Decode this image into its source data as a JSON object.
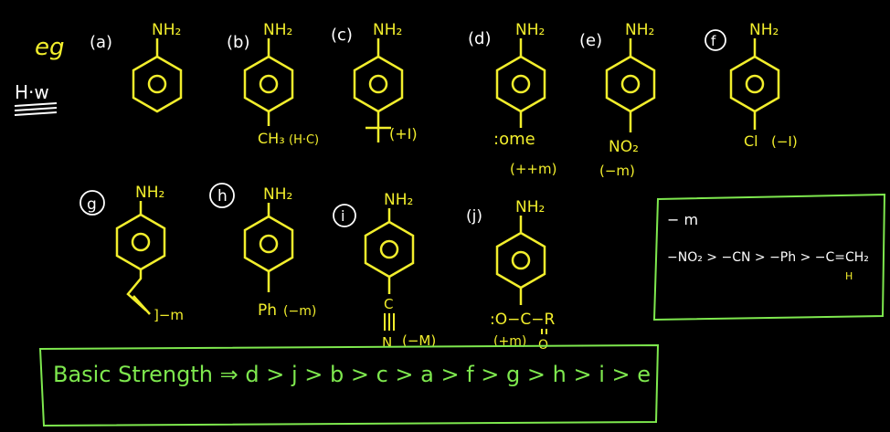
{
  "colors": {
    "background": "#000000",
    "ink_yellow": "#f2ee2c",
    "ink_green": "#7ee84e",
    "ink_white": "#ffffff"
  },
  "header": {
    "eg": "eg",
    "hw": "H·w"
  },
  "molecules": [
    {
      "label": "(a)",
      "top": "NH₂",
      "bottom": "",
      "note": ""
    },
    {
      "label": "(b)",
      "top": "NH₂",
      "bottom": "CH₃",
      "note": "(H·C)"
    },
    {
      "label": "(c)",
      "top": "NH₂",
      "bottom": "",
      "note": "(+I)"
    },
    {
      "label": "(d)",
      "top": "NH₂",
      "bottom": ":ome",
      "note": "(++m)"
    },
    {
      "label": "(e)",
      "top": "NH₂",
      "bottom": "NO₂",
      "note": "(−m)"
    },
    {
      "label": "f",
      "top": "NH₂",
      "bottom": "Cl",
      "note": "(−I)"
    },
    {
      "label": "g",
      "top": "NH₂",
      "bottom": "",
      "note": "]−m"
    },
    {
      "label": "h",
      "top": "NH₂",
      "bottom": "Ph",
      "note": "(−m)"
    },
    {
      "label": "i",
      "top": "NH₂",
      "bottom": "C",
      "bottom2": "N",
      "note": "(−M)"
    },
    {
      "label": "(j)",
      "top": "NH₂",
      "bottom": ":O−C−R",
      "bottom2": "O",
      "note": "(+m)"
    }
  ],
  "side_box": {
    "line1": "− m",
    "line2": "−NO₂ > −CN > −Ph > −C=CH₂",
    "line3": "H"
  },
  "result": {
    "text": "Basic Strength ⇒ d > j > b > c > a > f > g > h > i > e"
  }
}
